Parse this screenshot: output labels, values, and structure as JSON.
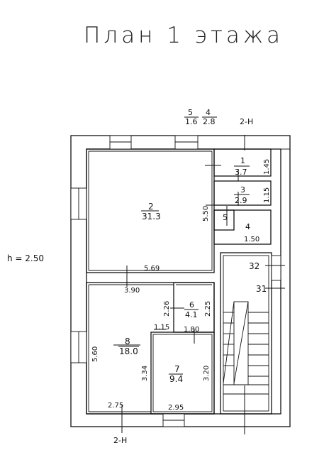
{
  "title": "План 1 этажа",
  "height_note": "h = 2.50",
  "section": {
    "top": "2-Н",
    "bottom": "2-Н"
  },
  "rooms": [
    {
      "num": "1",
      "area": "3.7"
    },
    {
      "num": "2",
      "area": "31.3"
    },
    {
      "num": "3",
      "area": "2.9"
    },
    {
      "num": "4",
      "area": "2.8"
    },
    {
      "num": "5",
      "area": "1.6"
    },
    {
      "num": "6",
      "area": "4.1"
    },
    {
      "num": "7",
      "area": "9.4"
    },
    {
      "num": "8",
      "area": "18.0"
    }
  ],
  "room_labels_inline": {
    "r5": "5",
    "r4": "4",
    "r31": "31",
    "r32": "32"
  },
  "dims": {
    "r2_w": "5.69",
    "r2_h": "5.50",
    "r1_h": "1.45",
    "r3_h": "1.15",
    "r4_w": "1.50",
    "r8_top": "3.90",
    "r8_h": "5.60",
    "r8_bottom": "2.75",
    "r6_h1": "2.26",
    "r6_h2": "2.25",
    "r6_w1": "1.15",
    "r6_w2": "1.80",
    "r7_h1": "3.34",
    "r7_h2": "3.20",
    "r7_w": "2.95"
  }
}
